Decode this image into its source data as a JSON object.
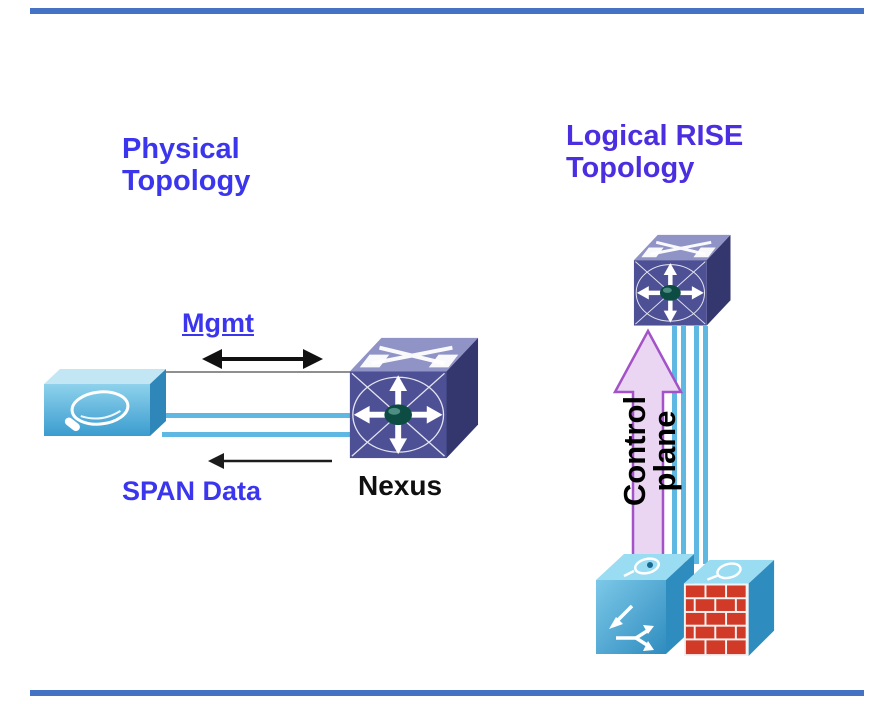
{
  "physical": {
    "title": "Physical Topology",
    "mgmt_label": "Mgmt",
    "span_label": "SPAN Data",
    "nexus_label": "Nexus"
  },
  "logical": {
    "title": "Logical RISE Topology",
    "control_label_line1": "Control",
    "control_label_line2": "plane"
  },
  "icons": {
    "nexus_switch": "nexus-switch-icon",
    "nam_appliance": "nam-appliance-icon",
    "service_appliance": "service-appliance-icon",
    "firewall_appliance": "firewall-appliance-icon",
    "mgmt_arrow": "mgmt-bidirectional-arrow-icon",
    "span_arrow": "span-data-arrow-icon",
    "control_arrow": "control-plane-arrow-icon"
  },
  "colors": {
    "title_blue": "#3b36ee",
    "title_violet": "#4a2ee0",
    "label_blue": "#3b36ee",
    "border_bar_blue": "#4472c4",
    "switch_front": "#4d5095",
    "switch_top": "#9093c6",
    "switch_side": "#34376e",
    "switch_core_teal": "#0d4c43",
    "appliance_light_blue": "#8ed2ec",
    "appliance_dark_blue": "#3b9ccf",
    "link_blue": "#5fb8e2",
    "control_arrow_fill": "#ead6f2",
    "control_arrow_stroke": "#a352c8",
    "brick_red": "#d23a28",
    "arrow_black": "#111111"
  }
}
